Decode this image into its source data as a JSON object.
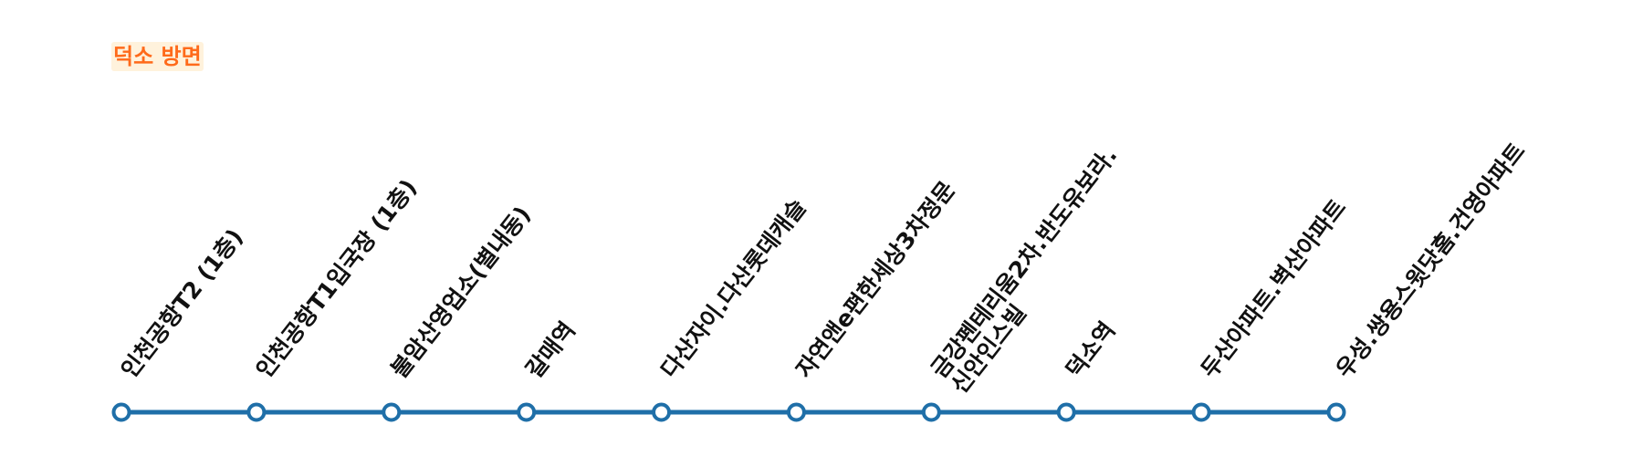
{
  "direction": {
    "label": "덕소 방면",
    "text_color": "#ff6a1a",
    "background_color": "#fff2dc"
  },
  "route": {
    "line_color": "#1f6fa8",
    "stop_fill_color": "#ffffff",
    "stops": [
      {
        "name": "인천공항T2 (1층)",
        "lines": [
          "인천공항T2 (1층)"
        ]
      },
      {
        "name": "인천공항T1입국장 (1층)",
        "lines": [
          "인천공항T1입국장 (1층)"
        ]
      },
      {
        "name": "불암산영업소(별내동)",
        "lines": [
          "불암산영업소(별내동)"
        ]
      },
      {
        "name": "갈매역",
        "lines": [
          "갈매역"
        ]
      },
      {
        "name": "다산자이.다산롯데캐슬",
        "lines": [
          "다산자이.다산롯데캐슬"
        ]
      },
      {
        "name": "자연앤e편한세상3차정문",
        "lines": [
          "자연앤e편한세상3차정문"
        ]
      },
      {
        "name": "금강펜테리움2차.반도유보라.신안인스빌",
        "lines": [
          "금강펜테리움2차.반도유보라.",
          "신안인스빌"
        ]
      },
      {
        "name": "덕소역",
        "lines": [
          "덕소역"
        ]
      },
      {
        "name": "두산아파트.벽산아파트",
        "lines": [
          "두산아파트.벽산아파트"
        ]
      },
      {
        "name": "우성.쌍용스윗닷홈.건영아파트",
        "lines": [
          "우성.쌍용스윗닷홈.건영아파트"
        ]
      }
    ]
  }
}
